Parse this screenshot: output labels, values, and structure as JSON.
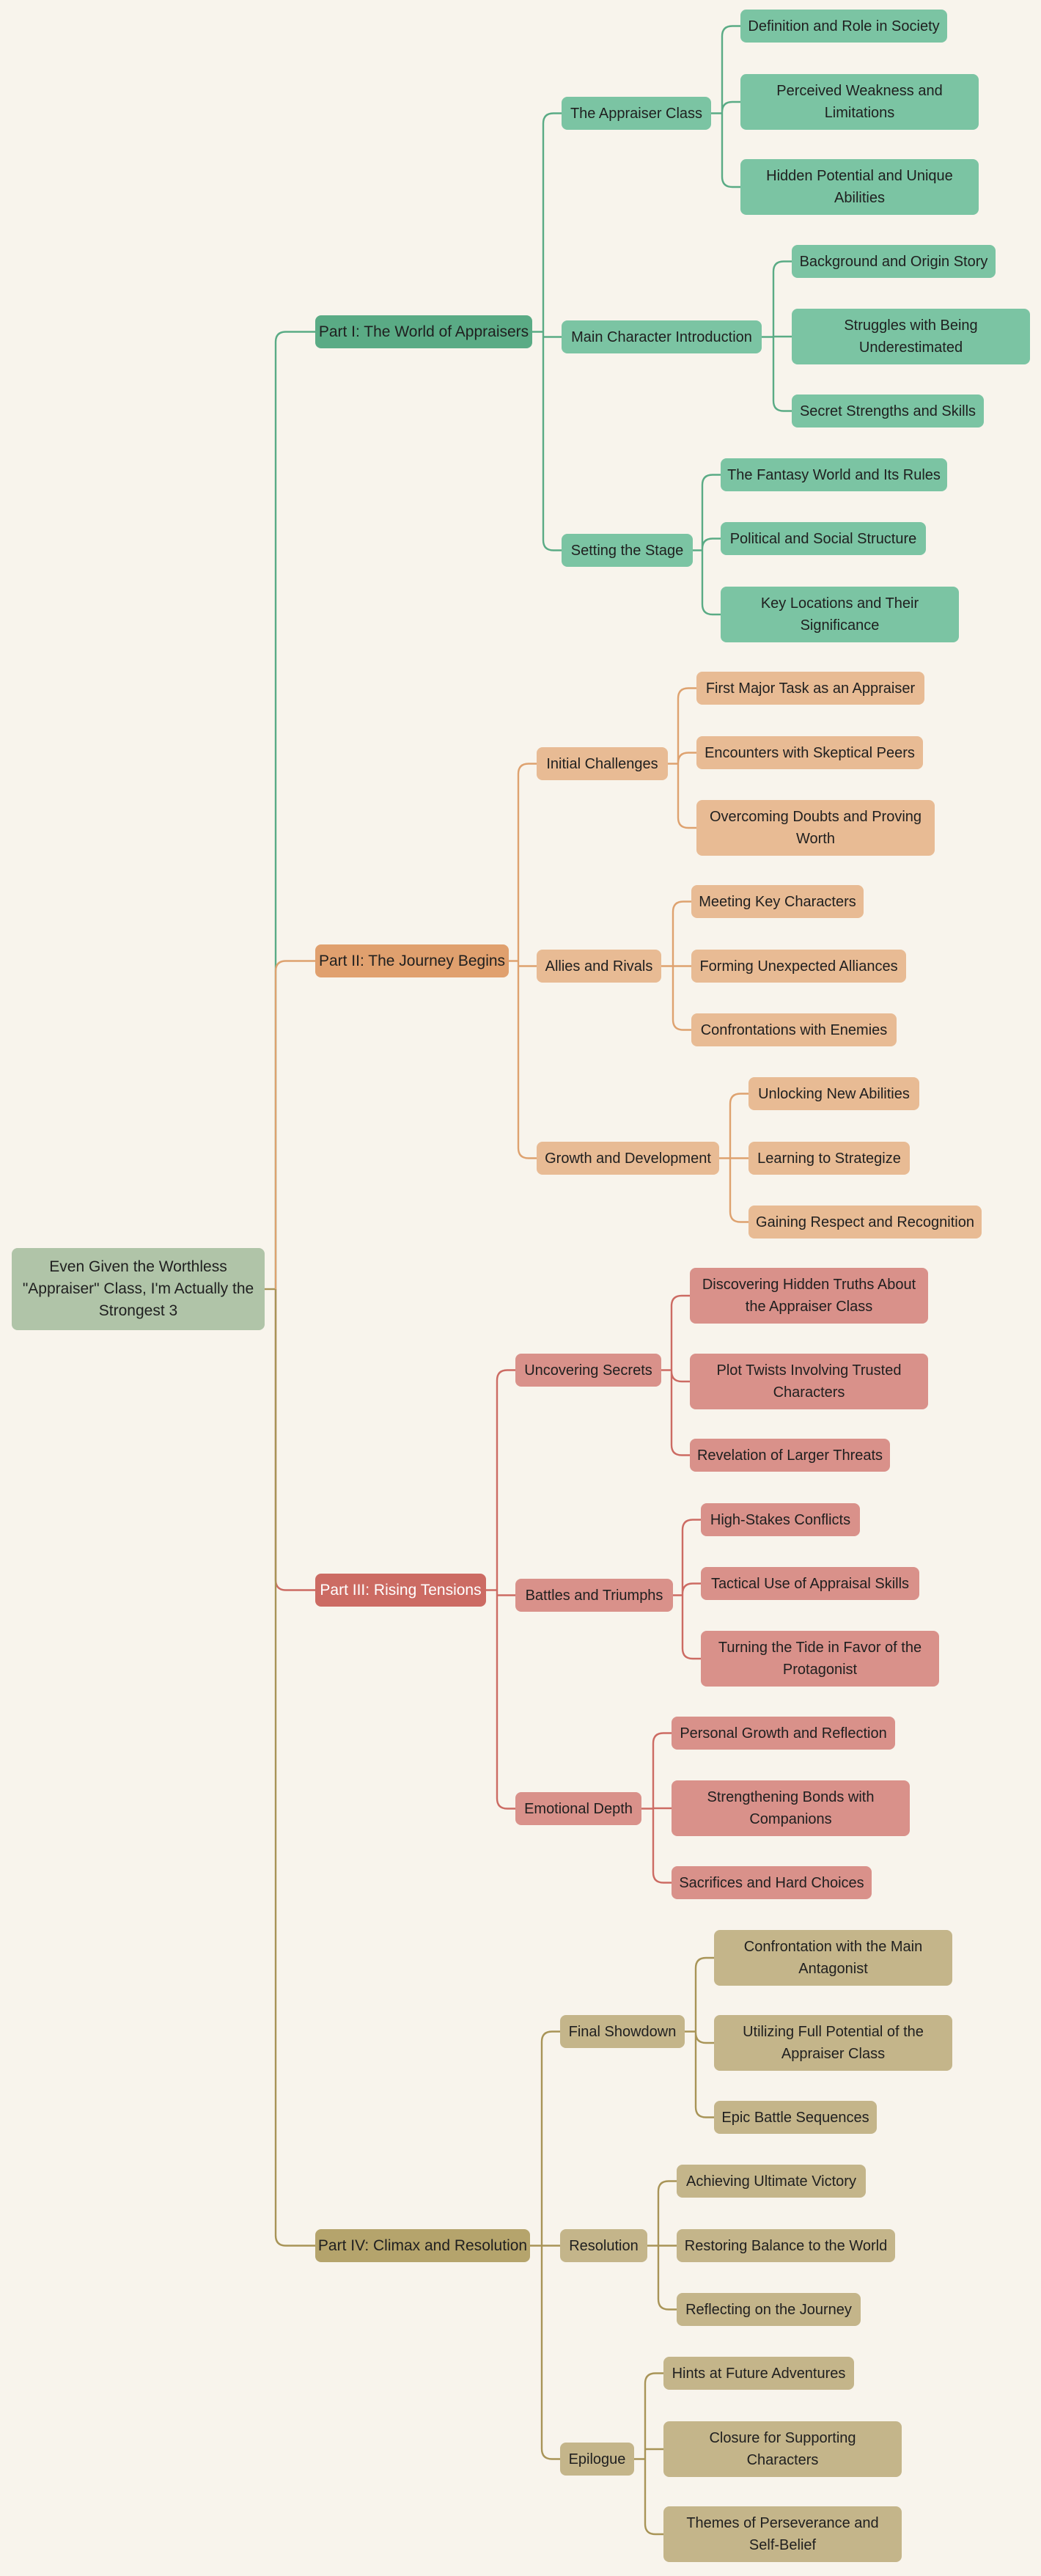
{
  "root": {
    "label": "Even Given the Worthless \"Appraiser\" Class, I'm Actually the Strongest 3",
    "color": "#b0c4a8"
  },
  "parts": [
    {
      "label": "Part I: The World of Appraisers",
      "color": "#5aab85",
      "sectionColor": "#7bc4a3",
      "leafColor": "#7bc4a3",
      "lineColor": "#5aab85",
      "textColor": "#1f1f1f",
      "sections": [
        {
          "label": "The Appraiser Class",
          "children": [
            "Definition and Role in Society",
            "Perceived Weakness and Limitations",
            "Hidden Potential and Unique Abilities"
          ]
        },
        {
          "label": "Main Character Introduction",
          "children": [
            "Background and Origin Story",
            "Struggles with Being Underestimated",
            "Secret Strengths and Skills"
          ]
        },
        {
          "label": "Setting the Stage",
          "children": [
            "The Fantasy World and Its Rules",
            "Political and Social Structure",
            "Key Locations and Their Significance"
          ]
        }
      ]
    },
    {
      "label": "Part II: The Journey Begins",
      "color": "#e0a06e",
      "sectionColor": "#e8bb94",
      "leafColor": "#e8bb94",
      "lineColor": "#dea26f",
      "textColor": "#1f1f1f",
      "sections": [
        {
          "label": "Initial Challenges",
          "children": [
            "First Major Task as an Appraiser",
            "Encounters with Skeptical Peers",
            "Overcoming Doubts and Proving Worth"
          ]
        },
        {
          "label": "Allies and Rivals",
          "children": [
            "Meeting Key Characters",
            "Forming Unexpected Alliances",
            "Confrontations with Enemies"
          ]
        },
        {
          "label": "Growth and Development",
          "children": [
            "Unlocking New Abilities",
            "Learning to Strategize",
            "Gaining Respect and Recognition"
          ]
        }
      ]
    },
    {
      "label": "Part III: Rising Tensions",
      "color": "#cc6b63",
      "sectionColor": "#d9918a",
      "leafColor": "#d9918a",
      "lineColor": "#cc6b63",
      "textColor": "#ffffff",
      "sections": [
        {
          "label": "Uncovering Secrets",
          "children": [
            "Discovering Hidden Truths About the Appraiser Class",
            "Plot Twists Involving Trusted Characters",
            "Revelation of Larger Threats"
          ]
        },
        {
          "label": "Battles and Triumphs",
          "children": [
            "High-Stakes Conflicts",
            "Tactical Use of Appraisal Skills",
            "Turning the Tide in Favor of the Protagonist"
          ]
        },
        {
          "label": "Emotional Depth",
          "children": [
            "Personal Growth and Reflection",
            "Strengthening Bonds with Companions",
            "Sacrifices and Hard Choices"
          ]
        }
      ]
    },
    {
      "label": "Part IV: Climax and Resolution",
      "color": "#b5a46c",
      "sectionColor": "#c4b58a",
      "leafColor": "#c4b58a",
      "lineColor": "#a89457",
      "textColor": "#1f1f1f",
      "sections": [
        {
          "label": "Final Showdown",
          "children": [
            "Confrontation with the Main Antagonist",
            "Utilizing Full Potential of the Appraiser Class",
            "Epic Battle Sequences"
          ]
        },
        {
          "label": "Resolution",
          "children": [
            "Achieving Ultimate Victory",
            "Restoring Balance to the World",
            "Reflecting on the Journey"
          ]
        },
        {
          "label": "Epilogue",
          "children": [
            "Hints at Future Adventures",
            "Closure for Supporting Characters",
            "Themes of Perseverance and Self-Belief"
          ]
        }
      ]
    }
  ]
}
